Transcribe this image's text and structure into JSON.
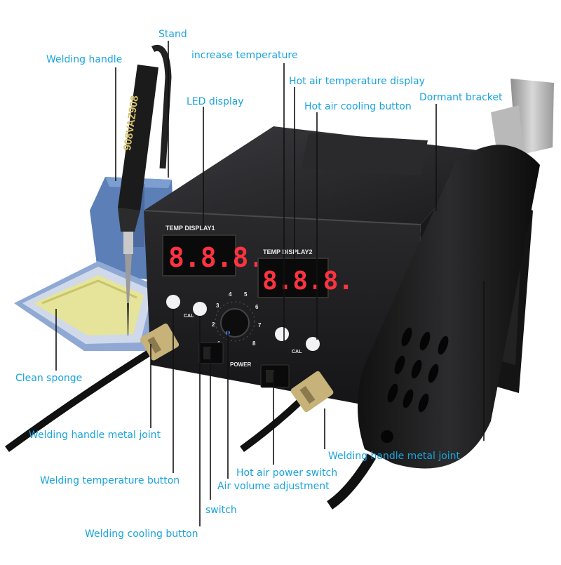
{
  "labels": {
    "welding_handle": "Welding handle",
    "stand": "Stand",
    "increase_temperature": "increase temperature",
    "led_display": "LED display",
    "hot_air_temperature_display": "Hot air temperature display",
    "hot_air_cooling_button": "Hot air cooling button",
    "dormant_bracket": "Dormant bracket",
    "clean_sponge": "Clean sponge",
    "welding_handle_metal_joint_left": "Welding handle metal joint",
    "welding_handle_metal_joint_right": "Welding handle metal joint",
    "hot_air_power_switch": "Hot air power switch",
    "air_volume_adjustment": "Air volume adjustment",
    "welding_temperature_button": "Welding temperature button",
    "switch": "switch",
    "welding_cooling_button": "Welding cooling button"
  },
  "device": {
    "handle_text": "908VAZ908",
    "display1_title": "TEMP DISPLAY1",
    "display2_title": "TEMP DISPLAY2",
    "display1_value": "8.8.8.",
    "display2_value": "8.8.8.",
    "cal_left": "CAL",
    "cal_right": "CAL",
    "power_label": "POWER",
    "dial_marks": [
      "1",
      "2",
      "3",
      "4",
      "5",
      "6",
      "7",
      "8"
    ]
  },
  "colors": {
    "label": "#1aa3dd",
    "leader": "#111111",
    "station_body": "#1e1e20",
    "holder_blue": "#5c7fb8",
    "sponge": "#e6e49a",
    "led": "#ff3340"
  }
}
